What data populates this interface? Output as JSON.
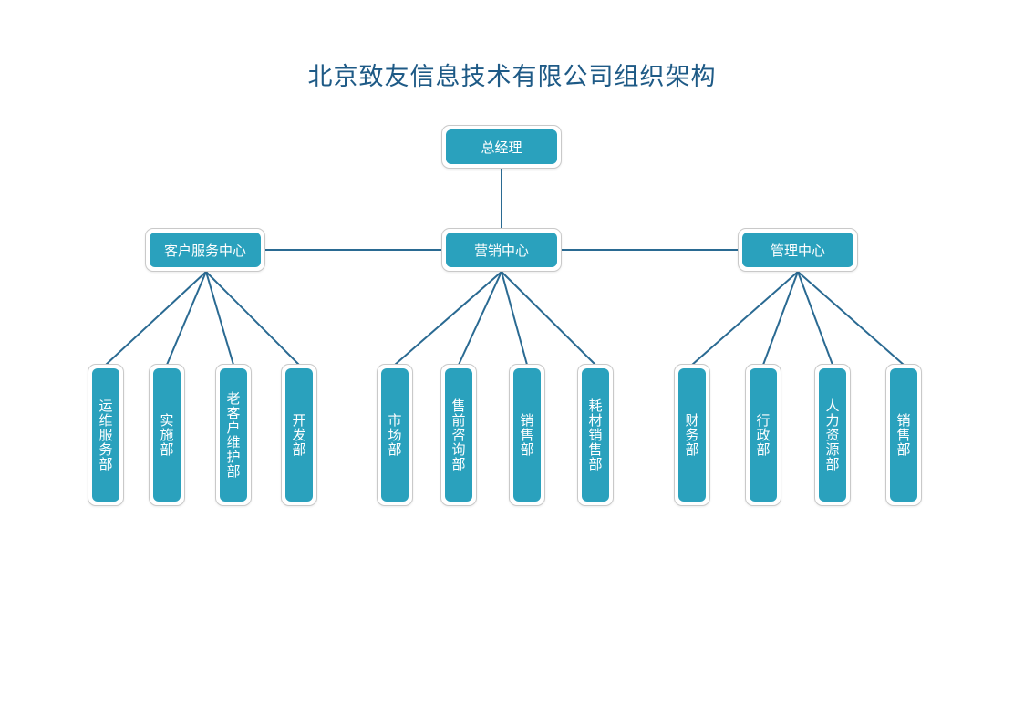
{
  "title": "北京致友信息技术有限公司组织架构",
  "root": "总经理",
  "centers": [
    "客户服务中心",
    "营销中心",
    "管理中心"
  ],
  "departments": [
    [
      "运维服务部",
      "实施部",
      "老客户维护部",
      "开发部"
    ],
    [
      "市场部",
      "售前咨询部",
      "销售部",
      "耗材销售部"
    ],
    [
      "财务部",
      "行政部",
      "人力资源部",
      "销售部"
    ]
  ],
  "colors": {
    "title": "#1e5a86",
    "node": "#2aa1bd",
    "line": "#2a6a92"
  }
}
